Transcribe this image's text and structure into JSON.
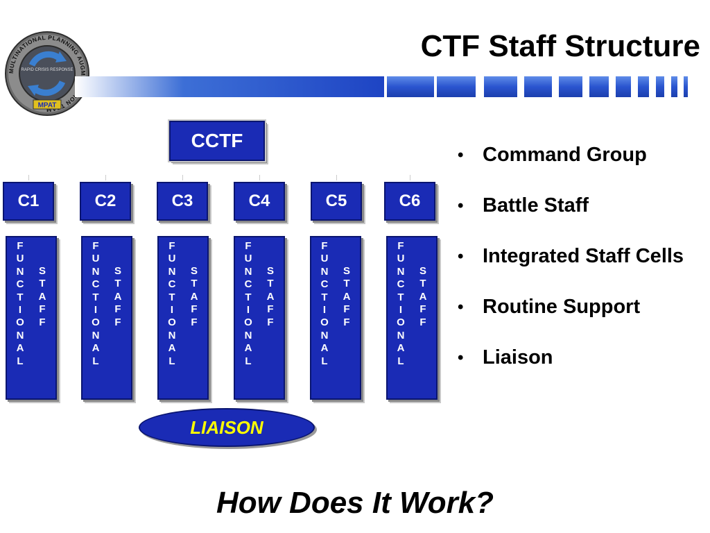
{
  "header": {
    "title": "CTF Staff Structure",
    "logo": {
      "ring_text": "MULTINATIONAL PLANNING AUGMENTATION TEAM",
      "center_text": "RAPID CRISIS RESPONSE",
      "badge": "MPAT"
    }
  },
  "chart": {
    "top": "CCTF",
    "directorates": [
      {
        "label": "C1",
        "functional": "FUNCTIONAL",
        "staff": "STAFF"
      },
      {
        "label": "C2",
        "functional": "FUNCTIONAL",
        "staff": "STAFF"
      },
      {
        "label": "C3",
        "functional": "FUNCTIONAL",
        "staff": "STAFF"
      },
      {
        "label": "C4",
        "functional": "FUNCTIONAL",
        "staff": "STAFF"
      },
      {
        "label": "C5",
        "functional": "FUNCTIONAL",
        "staff": "STAFF"
      },
      {
        "label": "C6",
        "functional": "FUNCTIONAL",
        "staff": "STAFF"
      }
    ],
    "liaison": "LIAISON"
  },
  "bullets": [
    "Command Group",
    "Battle Staff",
    "Integrated Staff Cells",
    "Routine Support",
    "Liaison"
  ],
  "footer": {
    "question": "How Does It Work?"
  },
  "colors": {
    "box": "#1a2bb5",
    "liaison_text": "#ffff00",
    "band": "#2a55cf"
  }
}
